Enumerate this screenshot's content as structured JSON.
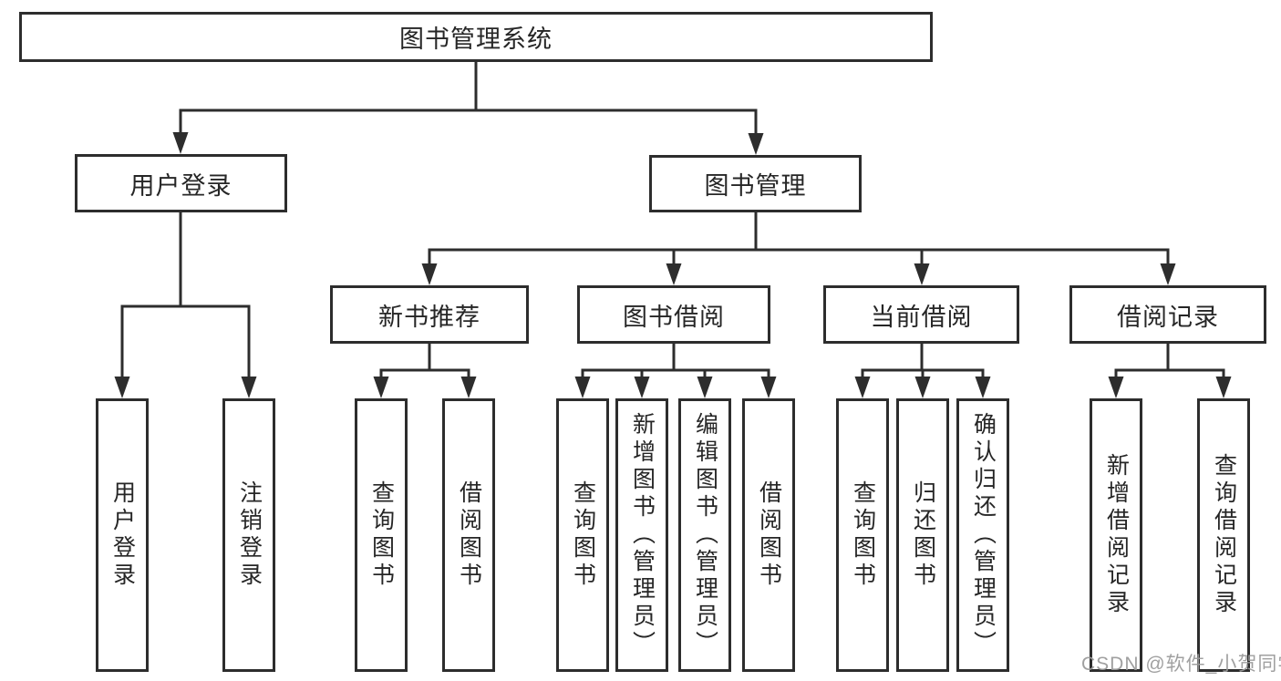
{
  "colors": {
    "background": "#ffffff",
    "box_border": "#2d2d2d",
    "connector_line": "#2d2d2d",
    "text": "#262626",
    "watermark": "#9b9b9b"
  },
  "watermark": {
    "text": "CSDN @软件_小贺同学"
  },
  "tree": {
    "label": "图书管理系统",
    "children": [
      {
        "label": "用户登录",
        "children": [
          {
            "label": "用户登录"
          },
          {
            "label": "注销登录"
          }
        ]
      },
      {
        "label": "图书管理",
        "children": [
          {
            "label": "新书推荐",
            "children": [
              {
                "label": "查询图书"
              },
              {
                "label": "借阅图书"
              }
            ]
          },
          {
            "label": "图书借阅",
            "children": [
              {
                "label": "查询图书"
              },
              {
                "label": "新增图书（管理员）"
              },
              {
                "label": "编辑图书（管理员）"
              },
              {
                "label": "借阅图书"
              }
            ]
          },
          {
            "label": "当前借阅",
            "children": [
              {
                "label": "查询图书"
              },
              {
                "label": "归还图书"
              },
              {
                "label": "确认归还（管理员）"
              }
            ]
          },
          {
            "label": "借阅记录",
            "children": [
              {
                "label": "新增借阅记录"
              },
              {
                "label": "查询借阅记录"
              }
            ]
          }
        ]
      }
    ]
  }
}
